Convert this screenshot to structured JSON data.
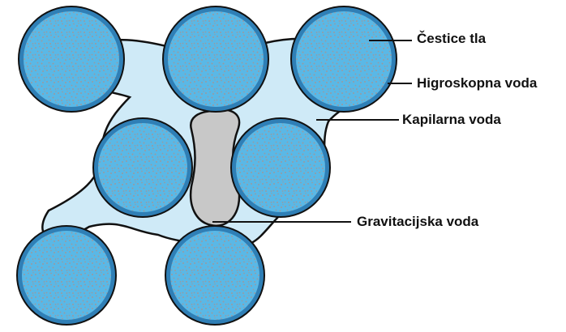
{
  "labels": {
    "soil_particles": "Čestice tla",
    "hygroscopic_water": "Higroskopna voda",
    "capillary_water": "Kapilarna voda",
    "gravitational_water": "Gravitacijska voda"
  },
  "colors": {
    "particle_fill": "#5ab8e6",
    "particle_ring": "#2f7fb6",
    "capillary_water": "#cfeaf7",
    "gravitational_water": "#c8c8c8",
    "outline": "#111111",
    "speckle": "#9a9aa0"
  }
}
